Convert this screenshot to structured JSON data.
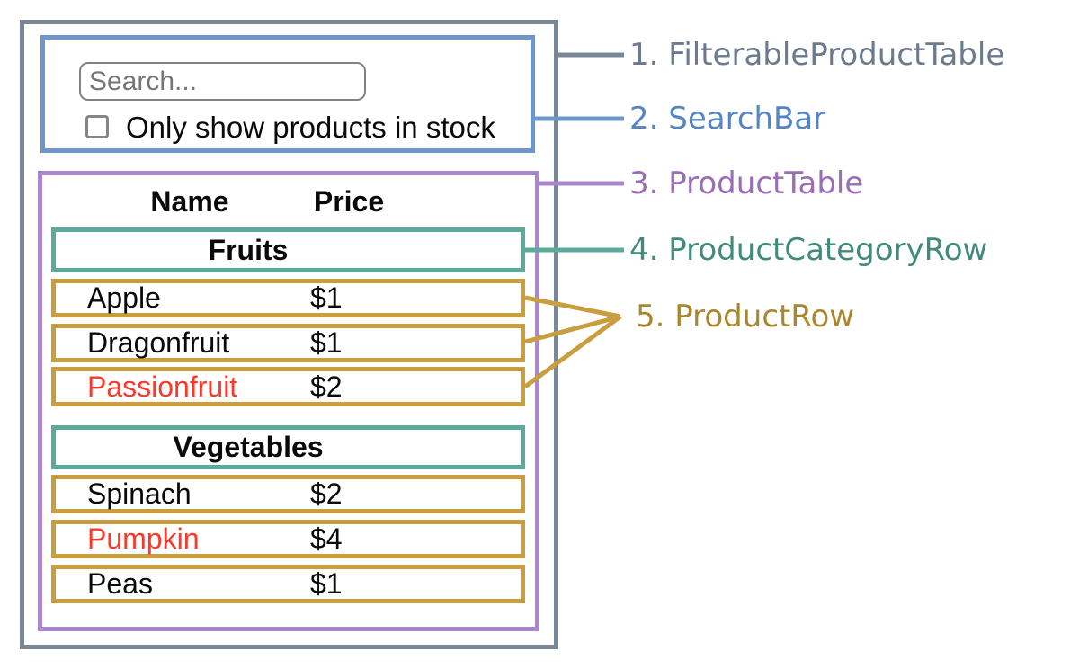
{
  "colors": {
    "slate": "#7B8795",
    "slate_text": "#6B7A8D",
    "blue": "#6D96C9",
    "blue_text": "#5585C2",
    "purple": "#AC86CA",
    "purple_text": "#9A6DB5",
    "teal": "#5BAA9C",
    "teal_text": "#418A7C",
    "gold": "#C89E3F",
    "gold_text": "#A9872E",
    "red": "#F8392B"
  },
  "search_bar": {
    "placeholder": "Search...",
    "checkbox_label": "Only show products in stock",
    "checkbox_checked": false
  },
  "table": {
    "headers": {
      "name": "Name",
      "price": "Price"
    },
    "sections": [
      {
        "category": "Fruits",
        "rows": [
          {
            "name": "Apple",
            "price": "$1",
            "in_stock": true
          },
          {
            "name": "Dragonfruit",
            "price": "$1",
            "in_stock": true
          },
          {
            "name": "Passionfruit",
            "price": "$2",
            "in_stock": false
          }
        ]
      },
      {
        "category": "Vegetables",
        "rows": [
          {
            "name": "Spinach",
            "price": "$2",
            "in_stock": true
          },
          {
            "name": "Pumpkin",
            "price": "$4",
            "in_stock": false
          },
          {
            "name": "Peas",
            "price": "$1",
            "in_stock": true
          }
        ]
      }
    ]
  },
  "legend": [
    {
      "label": "1. FilterableProductTable"
    },
    {
      "label": "2. SearchBar"
    },
    {
      "label": "3. ProductTable"
    },
    {
      "label": "4. ProductCategoryRow"
    },
    {
      "label": "5. ProductRow"
    }
  ]
}
